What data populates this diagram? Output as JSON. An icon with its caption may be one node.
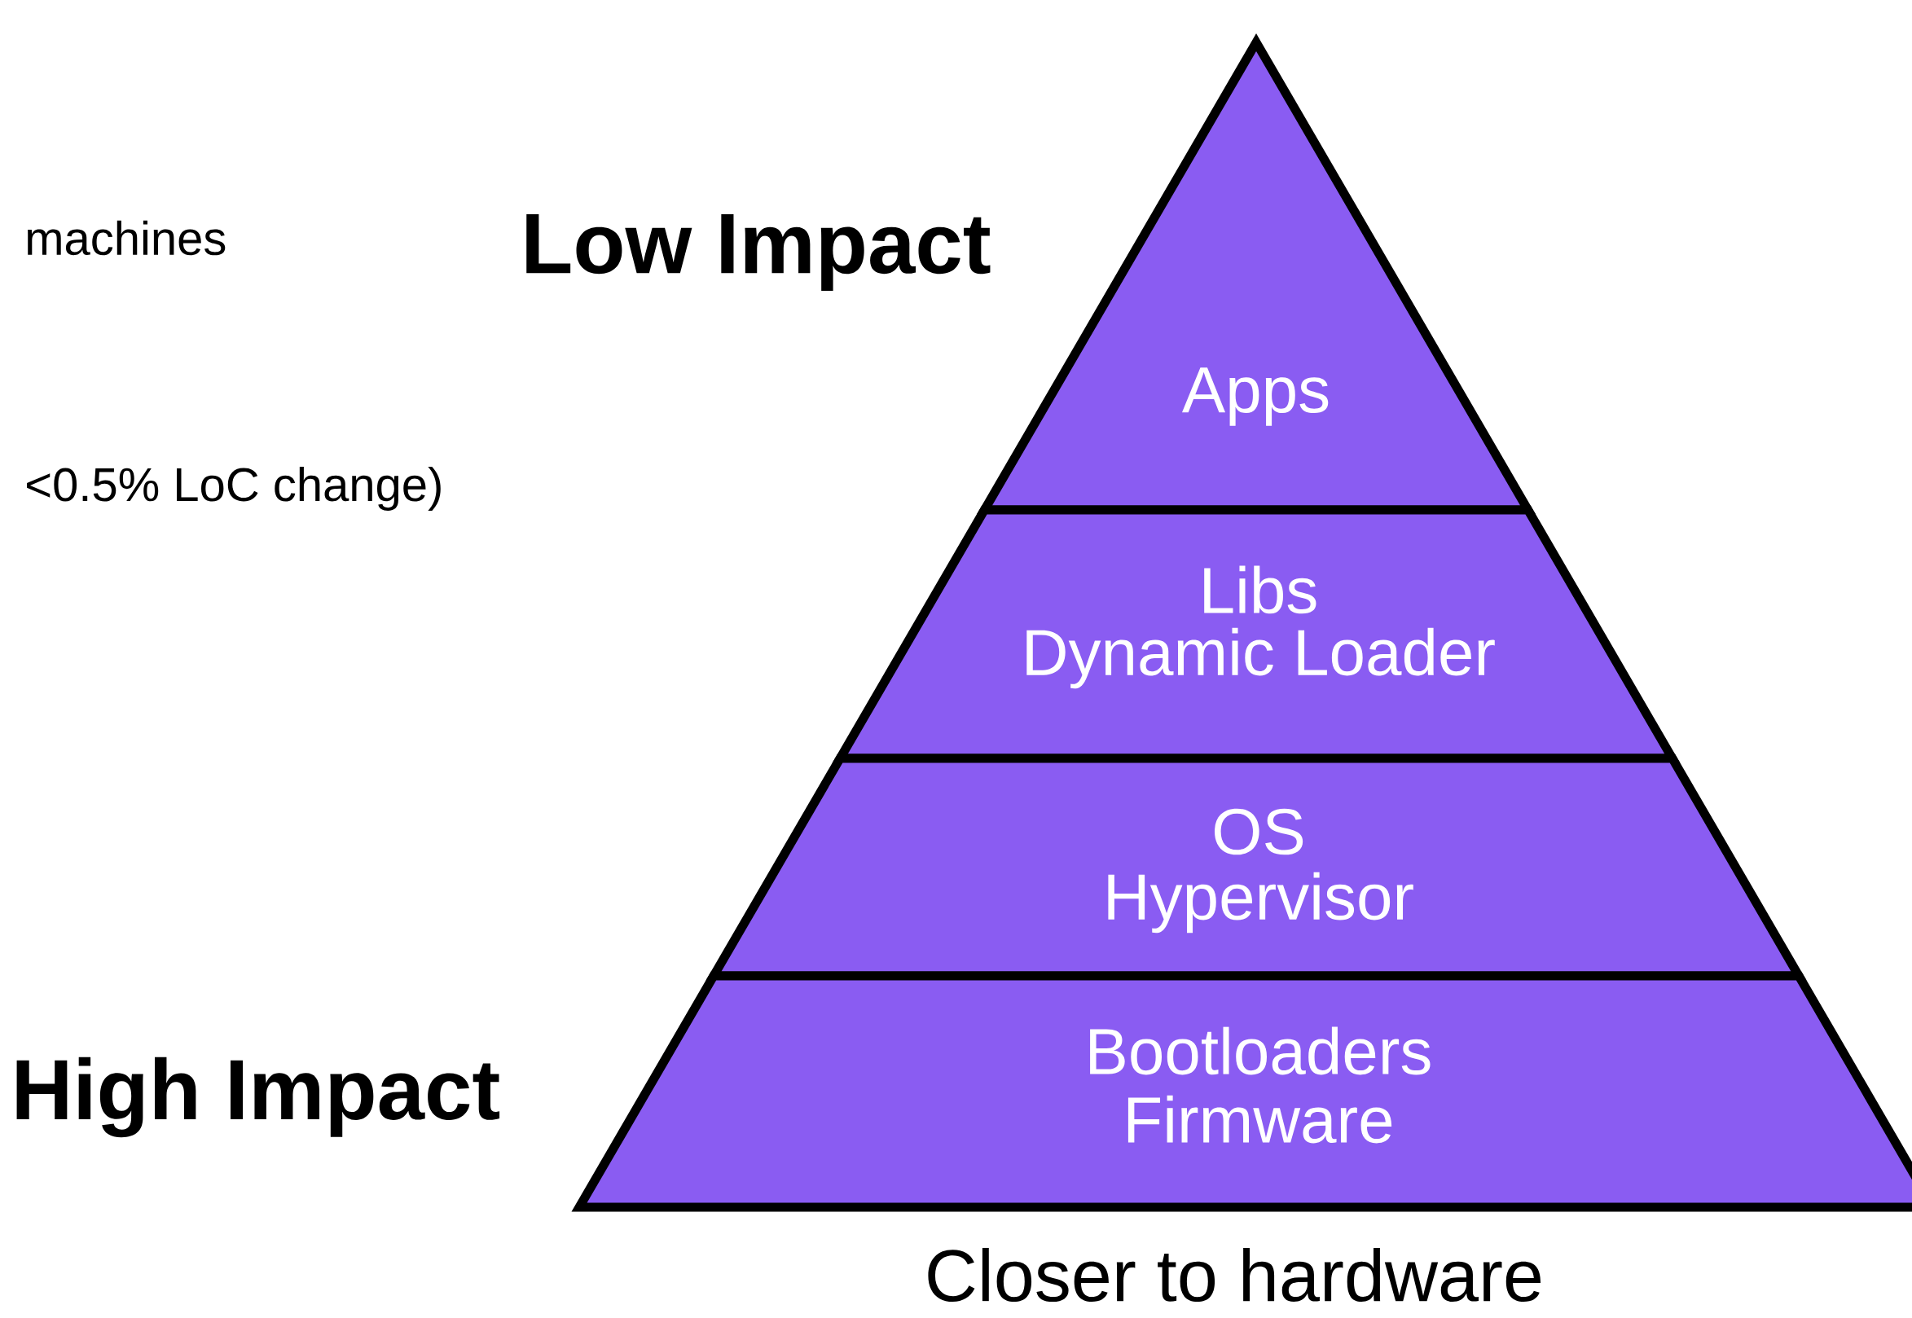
{
  "diagram": {
    "nodes": [
      {
        "text": [
          "Apps"
        ]
      },
      {
        "text": [
          "Libs",
          "Dynamic Loader"
        ]
      },
      {
        "text": [
          "OS",
          "Hypervisor"
        ]
      },
      {
        "text": [
          "Bootloaders",
          "Firmware"
        ]
      }
    ],
    "labels": [
      "machines",
      "<0.5% LoC change)",
      "Low Impact",
      "High Impact",
      "Closer to hardware"
    ]
  }
}
